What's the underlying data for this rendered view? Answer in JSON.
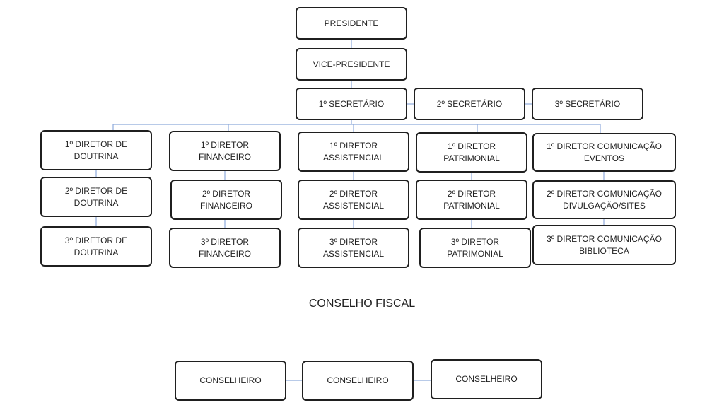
{
  "colors": {
    "connector": "#8eaadb",
    "border": "#1f1f1f",
    "text": "#1f1f1f"
  },
  "top": {
    "presidente": "PRESIDENTE",
    "vice_presidente": "VICE-PRESIDENTE"
  },
  "secretarios": [
    "1º SECRETÁRIO",
    "2º SECRETÁRIO",
    "3º SECRETÁRIO"
  ],
  "diretorias": [
    {
      "items": [
        [
          "1º DIRETOR DE",
          "DOUTRINA"
        ],
        [
          "2º DIRETOR DE",
          "DOUTRINA"
        ],
        [
          "3º DIRETOR DE",
          "DOUTRINA"
        ]
      ]
    },
    {
      "items": [
        [
          "1º DIRETOR",
          "FINANCEIRO"
        ],
        [
          "2º DIRETOR",
          "FINANCEIRO"
        ],
        [
          "3º DIRETOR",
          "FINANCEIRO"
        ]
      ]
    },
    {
      "items": [
        [
          "1º DIRETOR",
          "ASSISTENCIAL"
        ],
        [
          "2º DIRETOR",
          "ASSISTENCIAL"
        ],
        [
          "3º DIRETOR",
          "ASSISTENCIAL"
        ]
      ]
    },
    {
      "items": [
        [
          "1º DIRETOR",
          "PATRIMONIAL"
        ],
        [
          "2º DIRETOR",
          "PATRIMONIAL"
        ],
        [
          "3º DIRETOR",
          "PATRIMONIAL"
        ]
      ]
    },
    {
      "items": [
        [
          "1º DIRETOR COMUNICAÇÃO",
          "EVENTOS"
        ],
        [
          "2º DIRETOR COMUNICAÇÃO",
          "DIVULGAÇÃO/SITES"
        ],
        [
          "3º DIRETOR COMUNICAÇÃO",
          "BIBLIOTECA"
        ]
      ]
    }
  ],
  "conselho": {
    "title": "CONSELHO FISCAL",
    "members": [
      "CONSELHEIRO",
      "CONSELHEIRO",
      "CONSELHEIRO"
    ]
  }
}
